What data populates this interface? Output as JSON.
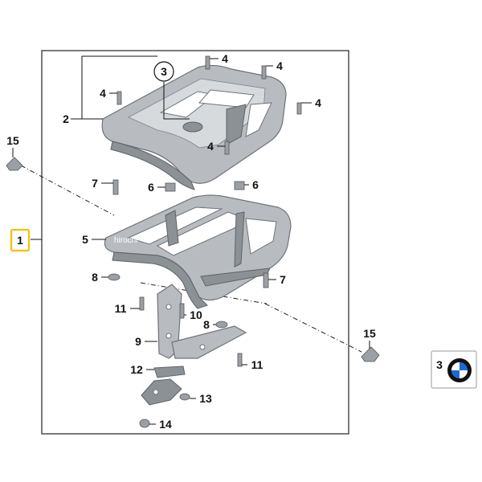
{
  "diagram": {
    "assembly_label": "1",
    "part_labels": {
      "p2": "2",
      "p3": "3",
      "p4a": "4",
      "p4b": "4",
      "p4c": "4",
      "p4d": "4",
      "p4e": "4",
      "p5": "5",
      "p6a": "6",
      "p6b": "6",
      "p7a": "7",
      "p7b": "7",
      "p8a": "8",
      "p8b": "8",
      "p9": "9",
      "p10": "10",
      "p11a": "11",
      "p11b": "11",
      "p12": "12",
      "p13": "13",
      "p14": "14",
      "p15a": "15",
      "p15b": "15"
    },
    "watermark": "hirochi",
    "legend": {
      "number": "3",
      "icon": "bmw-logo-icon"
    },
    "colors": {
      "highlight": "#f2c200",
      "part_fill": "#b8bcc0"
    }
  }
}
